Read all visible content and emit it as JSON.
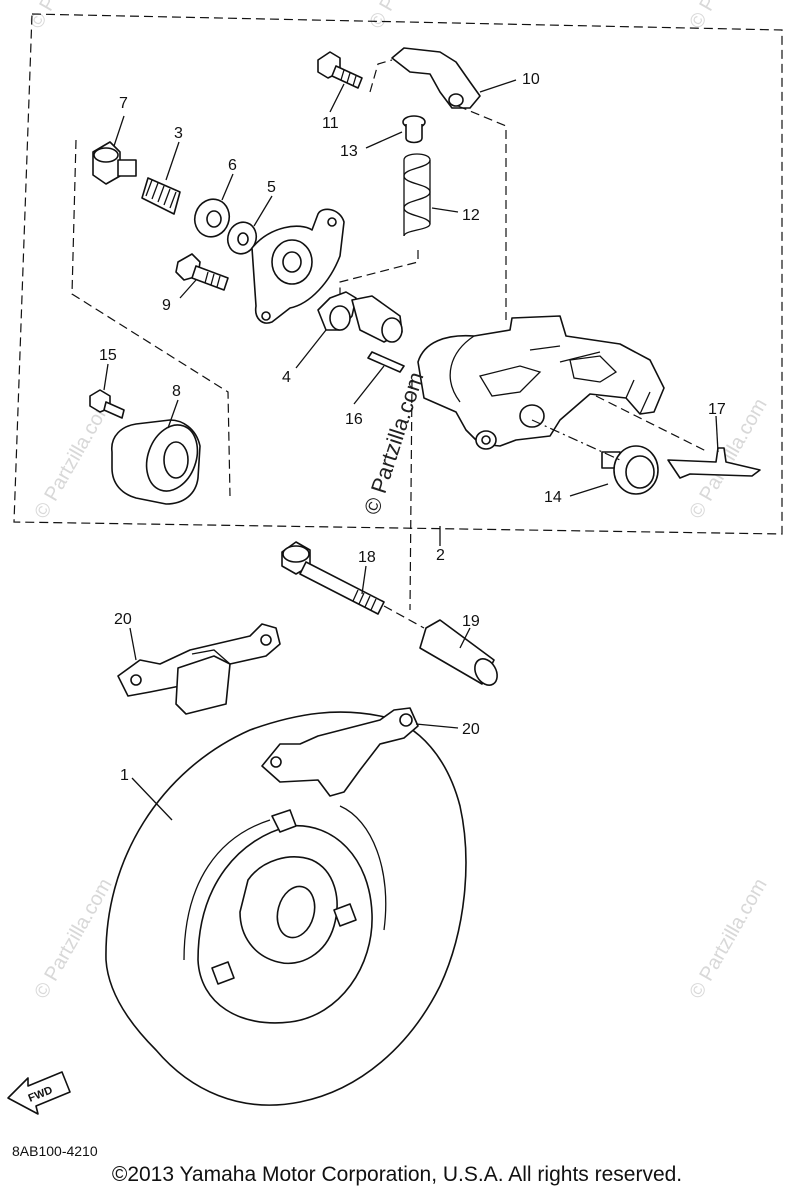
{
  "diagram": {
    "part_code": "8AB100-4210",
    "copyright": "©2013 Yamaha Motor Corporation, U.S.A. All rights reserved.",
    "watermark": "© Partzilla.com",
    "fwd_label": "FWD",
    "callouts": {
      "c1": "1",
      "c2": "2",
      "c3": "3",
      "c4": "4",
      "c5": "5",
      "c6": "6",
      "c7": "7",
      "c8": "8",
      "c9": "9",
      "c10": "10",
      "c11": "11",
      "c12": "12",
      "c13": "13",
      "c14": "14",
      "c15": "15",
      "c16": "16",
      "c17": "17",
      "c18": "18",
      "c19": "19",
      "c20a": "20",
      "c20b": "20"
    }
  }
}
